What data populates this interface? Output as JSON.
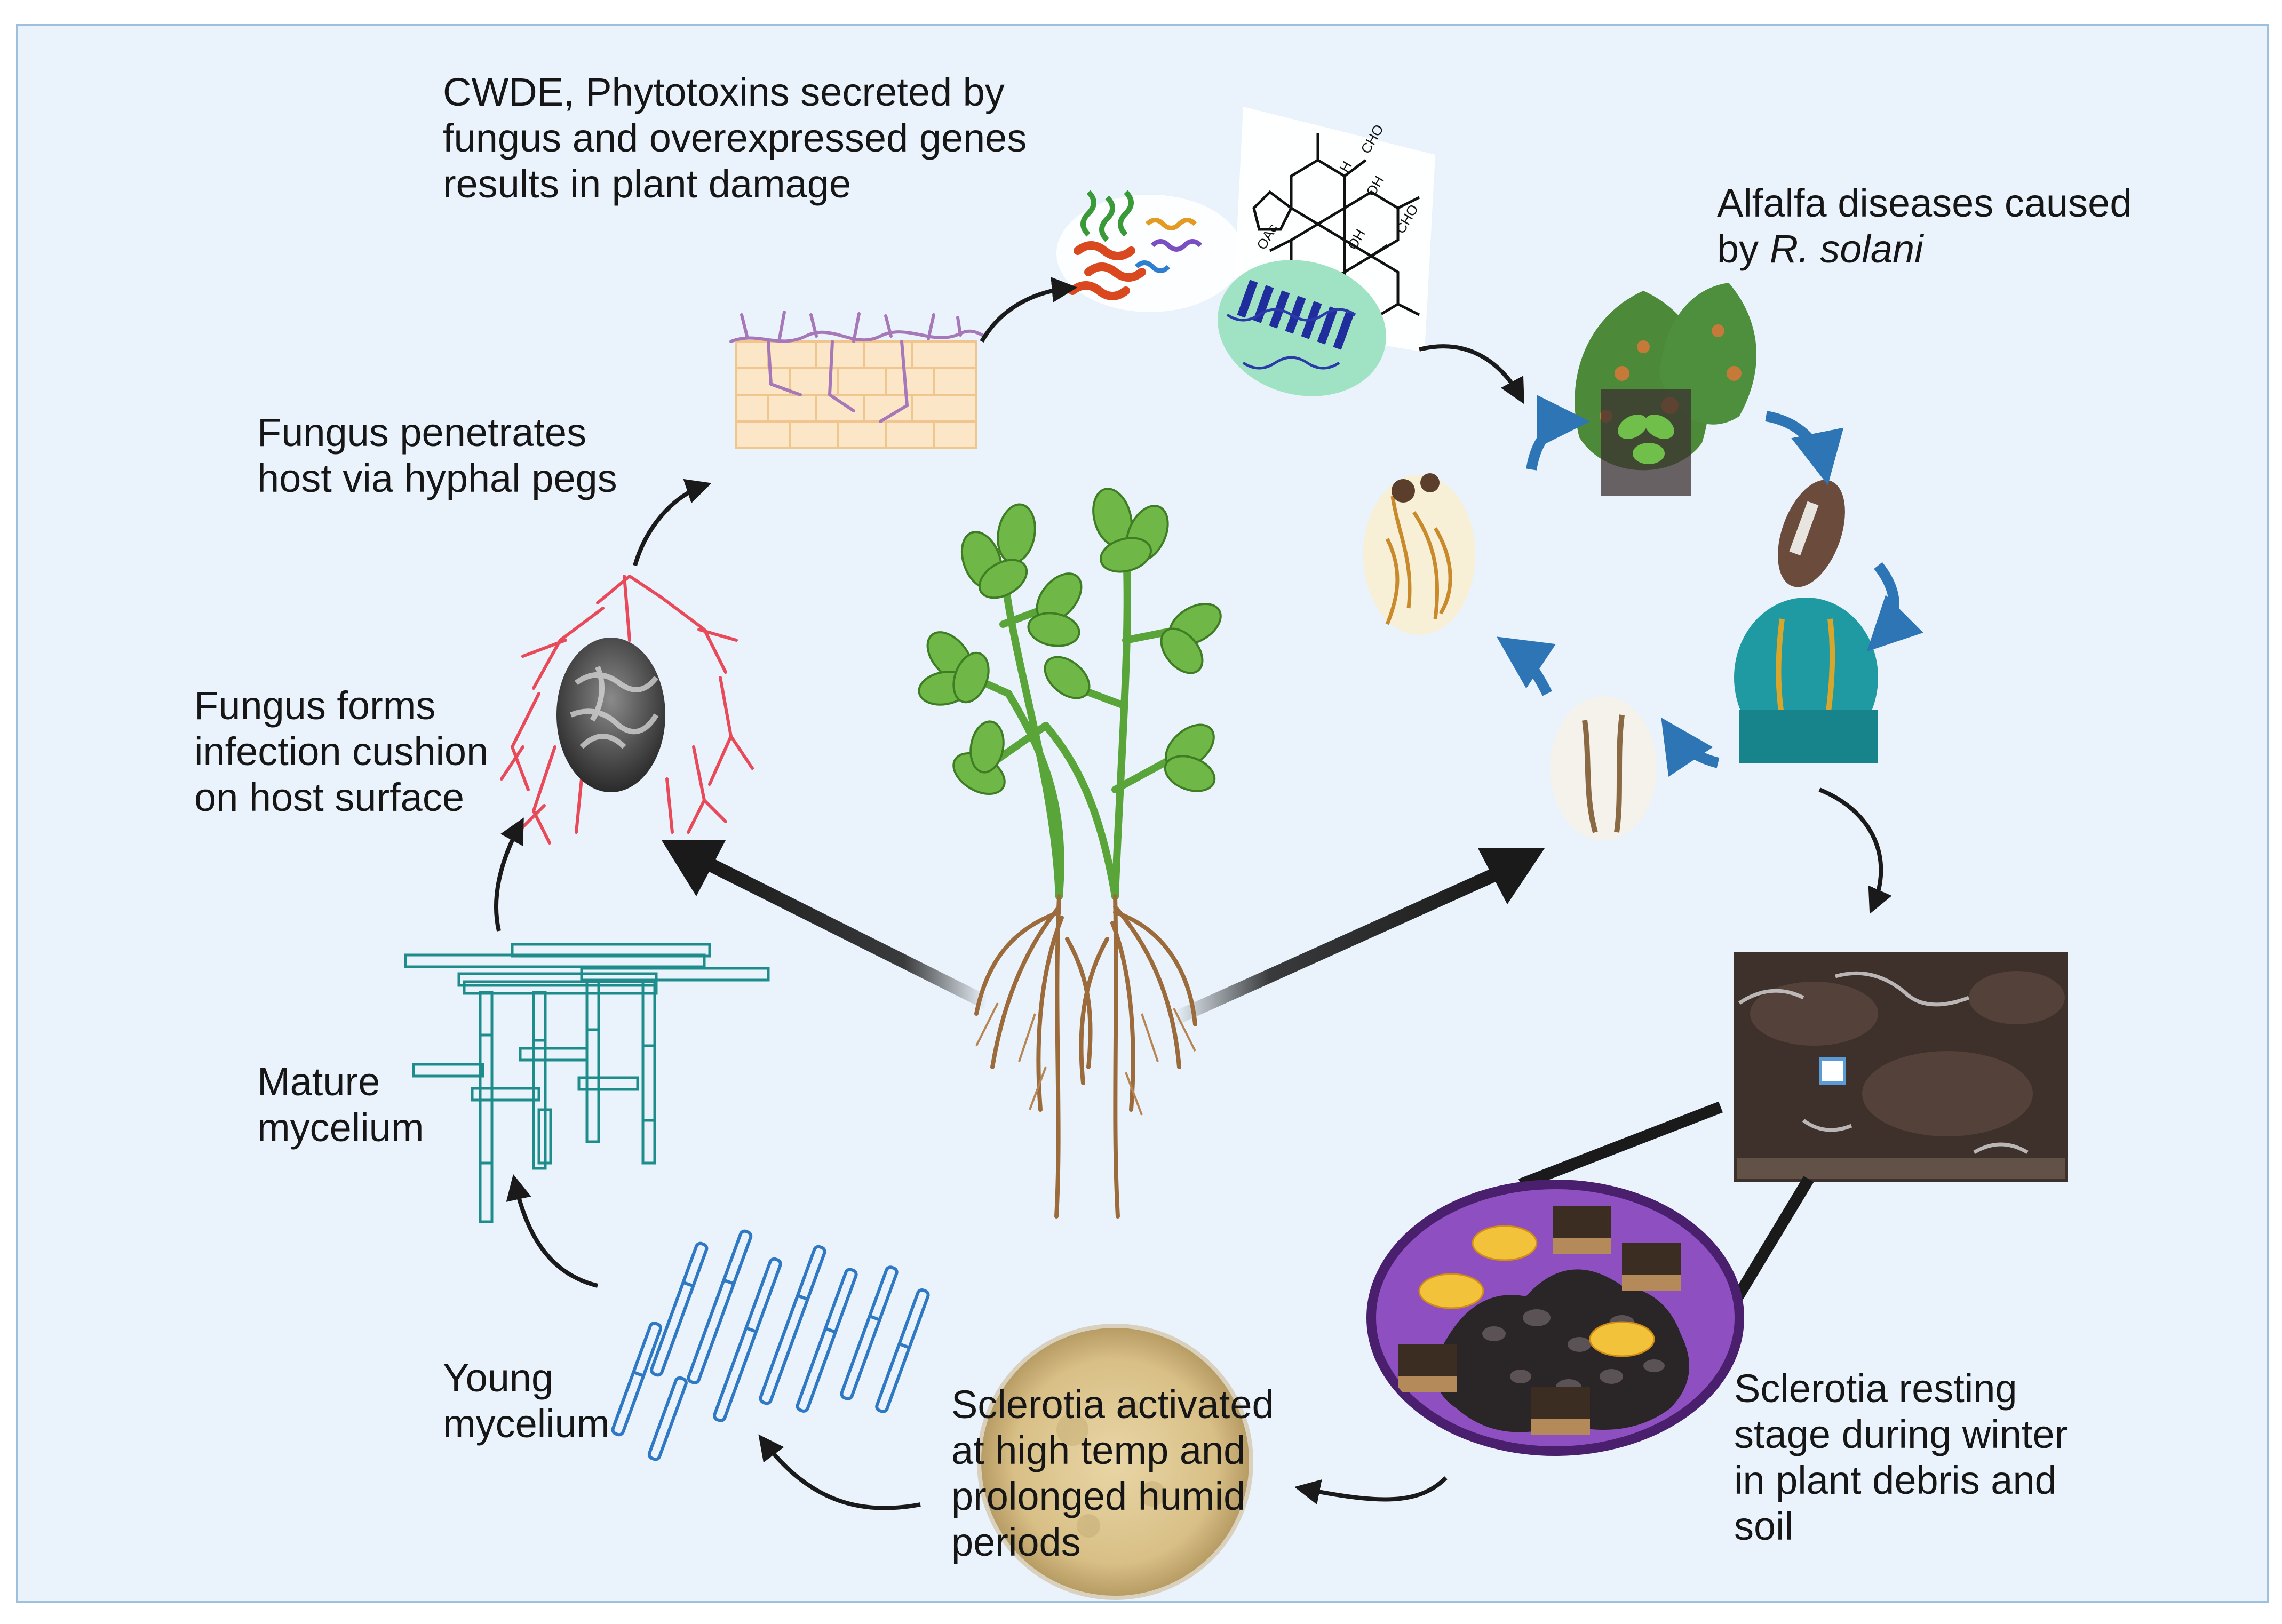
{
  "labels": {
    "cwde": {
      "line1": "CWDE, Phytotoxins secreted by",
      "line2": "fungus  and overexpressed genes",
      "line3": "results in plant damage"
    },
    "alfalfa": {
      "line1": "Alfalfa diseases caused",
      "line2_prefix": "by ",
      "line2_italic": "R. solani"
    },
    "penetrates": {
      "line1": "Fungus penetrates",
      "line2": "host via hyphal pegs"
    },
    "cushion": {
      "line1": "Fungus forms",
      "line2": "infection cushion",
      "line3": "on host surface"
    },
    "mature": {
      "line1": "Mature",
      "line2": "mycelium"
    },
    "young": {
      "line1": "Young",
      "line2": "mycelium"
    },
    "activated": {
      "line1": "Sclerotia activated",
      "line2": "at high  temp and",
      "line3": "prolonged humid",
      "line4": "periods"
    },
    "resting": {
      "line1": "Sclerotia resting",
      "line2": "stage during winter",
      "line3": "in plant debris and",
      "line4": "soil"
    }
  },
  "colors": {
    "panel_background": "#eaf3fb",
    "panel_border": "#9fc0dc",
    "arrow": "#1a1a1a",
    "cycle_arrow_blue": "#2e75b6",
    "hyphae_red": "#e84a5a",
    "mature_mycelium_teal": "#1f8c8c",
    "young_mycelium_blue": "#2f78c4",
    "plant_green": "#5aa53a",
    "root_brown": "#9c6b3c",
    "sclerotia_purple": "#7b3fa8",
    "text": "#161616"
  },
  "icons": [
    "alfalfa-plant-icon",
    "host-tissue-icon",
    "protein-structure-icon",
    "phytotoxin-molecule-icon",
    "gene-expression-icon",
    "infection-cushion-icon",
    "mature-mycelium-icon",
    "young-mycelium-icon",
    "culture-dish-icon",
    "sclerotia-soil-icon",
    "soil-photo-icon",
    "diseased-leaf-icon",
    "diseased-root-icon",
    "stem-lesion-icon"
  ]
}
